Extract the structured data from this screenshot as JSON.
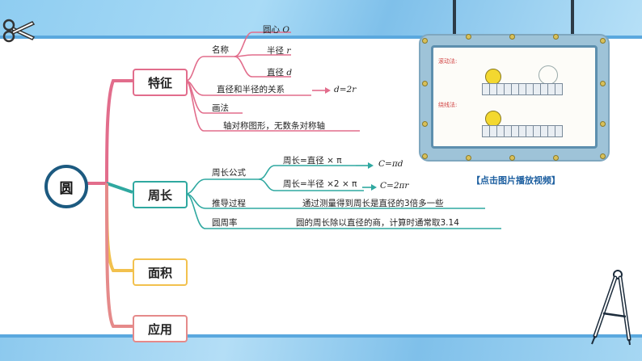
{
  "root": {
    "label": "圆"
  },
  "branches": {
    "feature": {
      "label": "特征",
      "name": {
        "label": "名称",
        "items": [
          {
            "text": "圆心",
            "symbol": "O"
          },
          {
            "text": "半径",
            "symbol": "r"
          },
          {
            "text": "直径",
            "symbol": "d"
          }
        ]
      },
      "relation": {
        "label": "直径和半径的关系",
        "formula": "d=2r"
      },
      "draw": {
        "label": "画法"
      },
      "symmetry": {
        "label": "轴对称图形，无数条对称轴"
      }
    },
    "circumference": {
      "label": "周长",
      "formula_group": {
        "label": "周长公式",
        "rows": [
          {
            "text": "周长=直径 × π",
            "formula": "C=πd"
          },
          {
            "text": "周长=半径 ×2 × π",
            "formula": "C=2πr"
          }
        ]
      },
      "derivation": {
        "label": "推导过程",
        "text": "通过测量得到周长是直径的3倍多一些"
      },
      "pi": {
        "label": "圆周率",
        "text": "圆的周长除以直径的商，计算时通常取3.14"
      }
    },
    "area": {
      "label": "面积"
    },
    "application": {
      "label": "应用"
    }
  },
  "video": {
    "caption": "【点击图片播放视频】",
    "labels": [
      "滚动法:",
      "绕线法:"
    ]
  },
  "colors": {
    "feature": "#e26d8c",
    "circumference": "#2fa8a0",
    "area": "#f2c14e",
    "application": "#e58a8a",
    "root": "#1c5a80",
    "band": "#86c6ec"
  },
  "icons": [
    "scissors-icon",
    "compass-icon"
  ]
}
